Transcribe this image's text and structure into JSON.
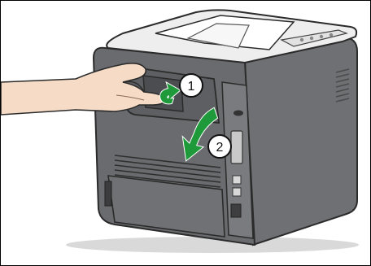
{
  "illustration": {
    "subject": "printer-rear-cover-opening",
    "steps": [
      {
        "number": "1",
        "action": "lift-latch",
        "arrow_color": "#1f9a3a"
      },
      {
        "number": "2",
        "action": "lower-rear-cover",
        "arrow_color": "#1f9a3a"
      }
    ]
  },
  "colors": {
    "printer_body": "#6f7073",
    "printer_top": "#f2f2f2",
    "arrow": "#1f9a3a",
    "hand": "#f6dcc6",
    "frame": "#000000"
  }
}
